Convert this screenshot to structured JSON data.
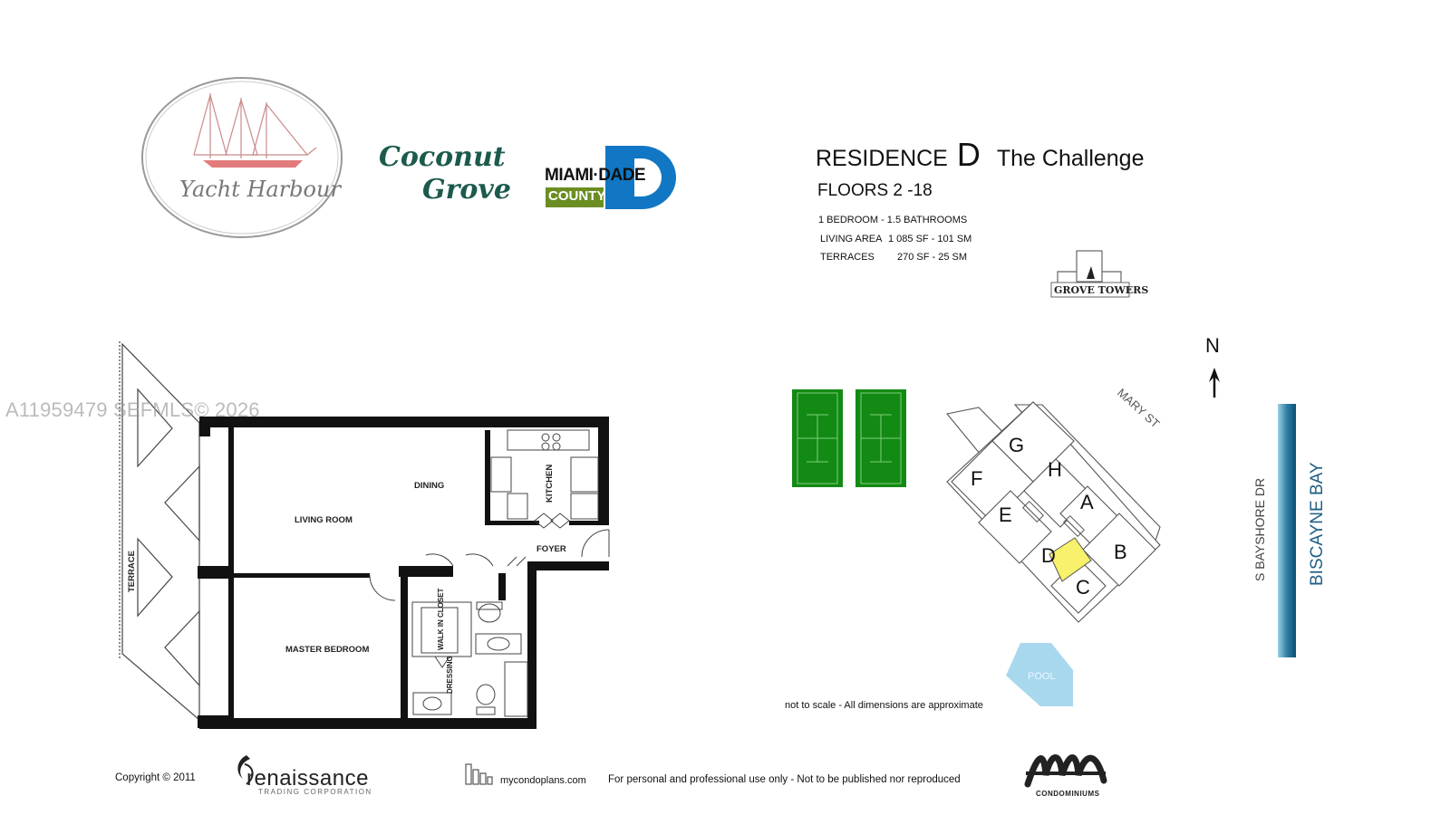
{
  "header": {
    "residence_word": "RESIDENCE",
    "residence_letter": "D",
    "building": "The Challenge",
    "floors": "FLOORS 2 -18",
    "bed_bath": "1 BEDROOM - 1.5 BATHROOMS",
    "living_area_label": "LIVING AREA",
    "living_area_value": "1 085 SF -  101 SM",
    "terraces_label": "TERRACES",
    "terraces_value": "270 SF -   25 SM"
  },
  "logos": {
    "yacht_harbour": "Yacht Harbour",
    "coconut": "Coconut",
    "grove": "Grove",
    "miami_dade": "MIAMI·DADE",
    "county": "COUNTY",
    "grove_towers": "GROVE TOWERS",
    "mutiny": "CONDOMINIUMS",
    "renaissance": "renaissance",
    "renaissance_sub": "TRADING CORPORATION",
    "mycondoplans": "mycondoplans.com"
  },
  "watermark": "A11959479 SEFMLS© 2026",
  "floorplan": {
    "rooms": {
      "dining": "DINING",
      "living_room": "LIVING ROOM",
      "kitchen": "KITCHEN",
      "foyer": "FOYER",
      "terrace": "TERRACE",
      "master_bedroom": "MASTER BEDROOM",
      "walk_in_closet": "WALK IN CLOSET",
      "dressing": "DRESSING"
    }
  },
  "site_plan": {
    "north": "N",
    "mary_st": "MARY ST",
    "bayshore": "S BAYSHORE DR",
    "bay": "BISCAYNE BAY",
    "pool": "POOL",
    "units": [
      "G",
      "H",
      "F",
      "A",
      "E",
      "D",
      "B",
      "C"
    ],
    "highlight_unit": "D",
    "highlight_color": "#f7f16b",
    "court_color": "#138a13",
    "pool_color": "#a8d8ee",
    "note": "not to scale - All dimensions are approximate"
  },
  "footer": {
    "copyright": "Copyright  ©   2011",
    "disclaimer": "For personal and professional use only - Not to be published nor reproduced"
  }
}
